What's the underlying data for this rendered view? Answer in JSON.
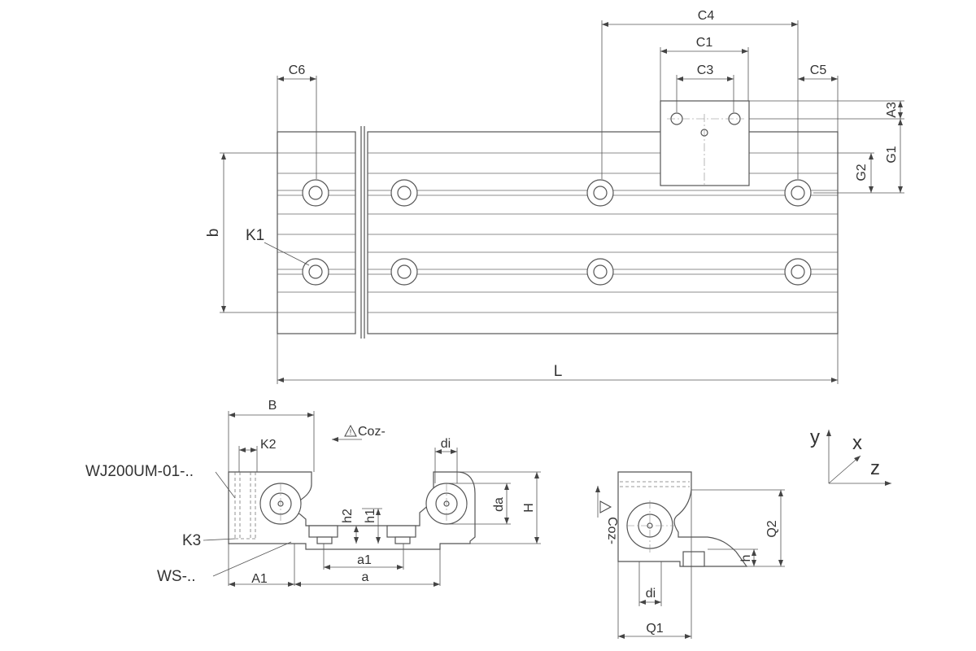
{
  "top_view": {
    "dimensions": {
      "c4": "C4",
      "c1": "C1",
      "c3": "C3",
      "c6": "C6",
      "c5": "C5",
      "a3": "A3",
      "g1": "G1",
      "g2": "G2",
      "b": "b",
      "k1": "K1",
      "l": "L"
    }
  },
  "front_view": {
    "dimensions": {
      "B": "B",
      "k2": "K2",
      "di": "di",
      "da": "da",
      "H": "H",
      "h2": "h2",
      "h1": "h1",
      "a1": "a1",
      "a": "a",
      "A1": "A1"
    },
    "load_direction": "Coz-",
    "callouts": {
      "part_number": "WJ200UM-01-..",
      "k3": "K3",
      "ws": "WS-.."
    }
  },
  "side_view": {
    "dimensions": {
      "di": "di",
      "Q1": "Q1",
      "Q2": "Q2",
      "h": "h"
    },
    "load_direction": "Coz-"
  },
  "axes": {
    "y": "y",
    "x": "x",
    "z": "z"
  }
}
